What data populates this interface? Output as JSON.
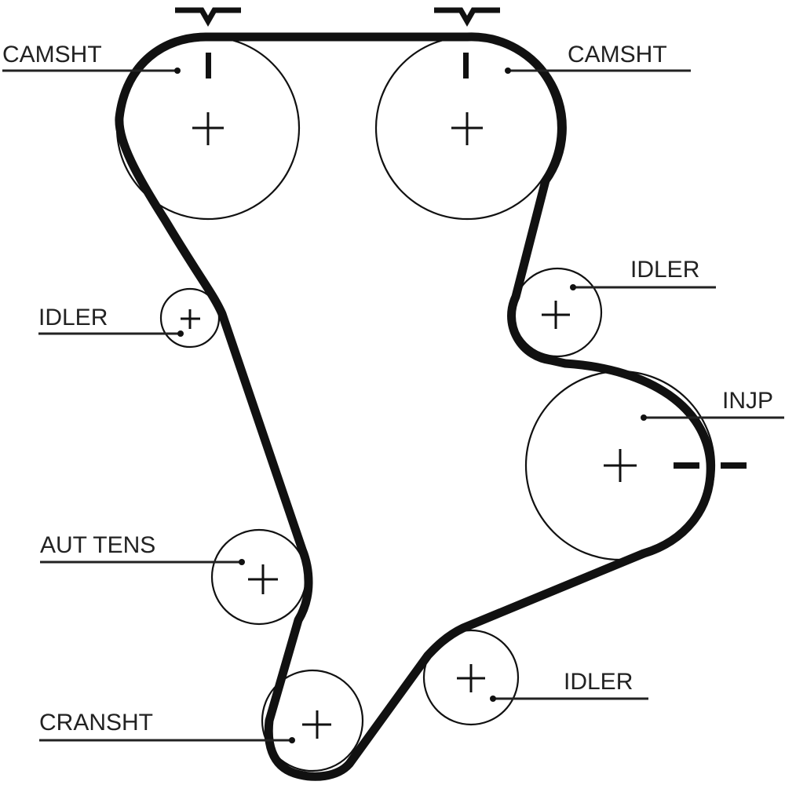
{
  "diagram": {
    "type": "timing-belt-routing",
    "colors": {
      "belt": "#111111",
      "text": "#222222",
      "background": "#ffffff"
    },
    "components": [
      {
        "id": "camshaft-left",
        "label": "CAMSHT",
        "timing_mark": true
      },
      {
        "id": "camshaft-right",
        "label": "CAMSHT",
        "timing_mark": true
      },
      {
        "id": "idler-left",
        "label": "IDLER"
      },
      {
        "id": "idler-right-upper",
        "label": "IDLER"
      },
      {
        "id": "injection-pump",
        "label": "INJP",
        "timing_mark": true
      },
      {
        "id": "auto-tensioner",
        "label": "AUT TENS"
      },
      {
        "id": "crankshaft",
        "label": "CRANSHT"
      },
      {
        "id": "idler-bottom",
        "label": "IDLER"
      }
    ]
  }
}
